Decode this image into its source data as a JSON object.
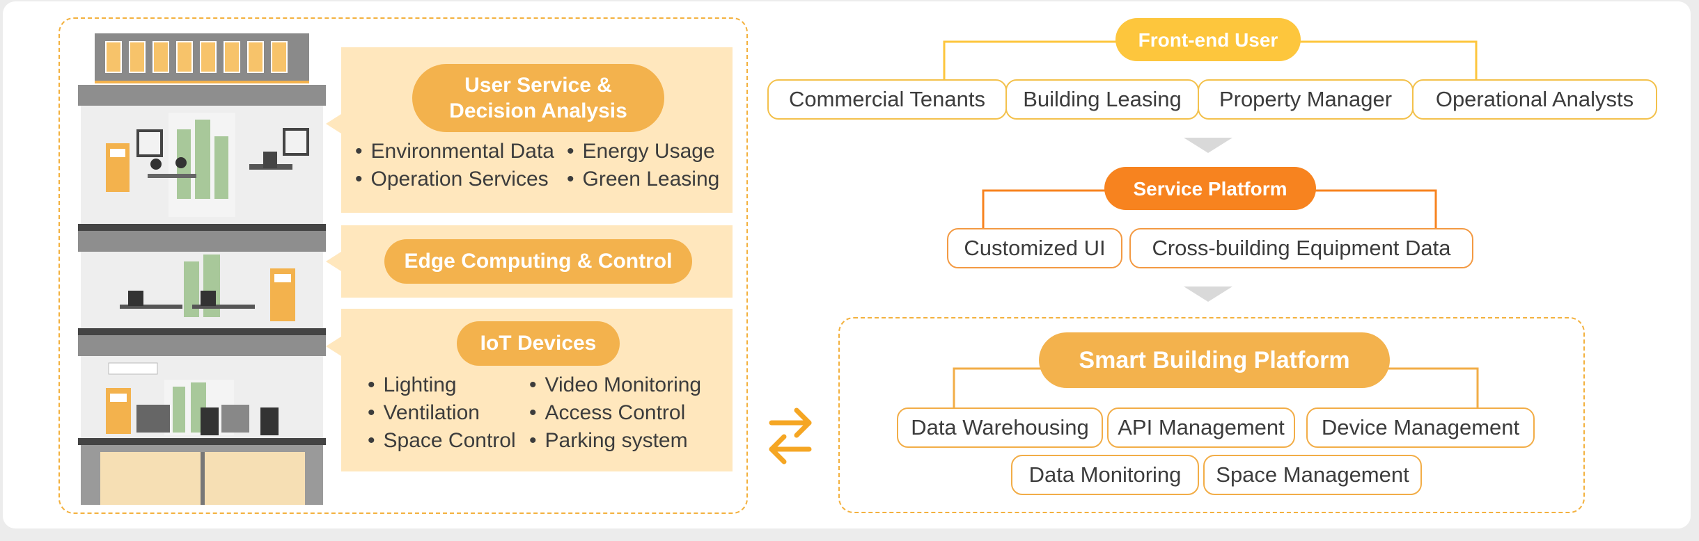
{
  "building": {
    "layers": [
      {
        "title": "User Service & Decision Analysis",
        "items_left": [
          "Environmental Data",
          "Operation Services"
        ],
        "items_right": [
          "Energy Usage",
          "Green Leasing"
        ]
      },
      {
        "title": "Edge Computing & Control"
      },
      {
        "title": "IoT Devices",
        "items_left": [
          "Lighting",
          "Ventilation",
          "Space Control"
        ],
        "items_right": [
          "Video Monitoring",
          "Access Control",
          "Parking system"
        ]
      }
    ]
  },
  "architecture": {
    "front_end": {
      "title": "Front-end User",
      "items": [
        "Commercial Tenants",
        "Building Leasing",
        "Property Manager",
        "Operational Analysts"
      ]
    },
    "service_platform": {
      "title": "Service Platform",
      "items": [
        "Customized UI",
        "Cross-building Equipment Data"
      ]
    },
    "smart_building_platform": {
      "title": "Smart Building Platform",
      "items_row1": [
        "Data Warehousing",
        "API Management",
        "Device Management"
      ],
      "items_row2": [
        "Data Monitoring",
        "Space Management"
      ]
    }
  },
  "icons": {
    "exchange": "bidirectional-arrows-icon",
    "flow": "chevron-down-icon"
  },
  "colors": {
    "yellow_accent": "#fdc63d",
    "orange_accent": "#f7831f",
    "amber_accent": "#f3b24d",
    "panel_fill": "#ffe7bd",
    "dashed_border": "#f3b13e"
  }
}
